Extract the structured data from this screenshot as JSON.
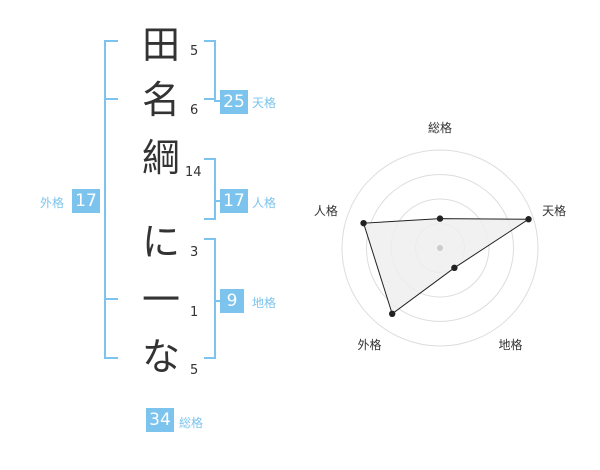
{
  "name": {
    "chars": [
      {
        "char": "田",
        "strokes": "5"
      },
      {
        "char": "名",
        "strokes": "6"
      },
      {
        "char": "綱",
        "strokes": "14"
      },
      {
        "char": "に",
        "strokes": "3"
      },
      {
        "char": "一",
        "strokes": "1"
      },
      {
        "char": "な",
        "strokes": "5"
      }
    ]
  },
  "fortune": {
    "tenkaku": {
      "value": "25",
      "label": "天格"
    },
    "jinkaku": {
      "value": "17",
      "label": "人格"
    },
    "chikaku": {
      "value": "9",
      "label": "地格"
    },
    "gaikaku": {
      "value": "17",
      "label": "外格"
    },
    "soukaku": {
      "value": "34",
      "label": "総格"
    }
  },
  "colors": {
    "accent": "#7cc4ee",
    "text": "#333333",
    "ring": "#dddddd"
  },
  "chart_data": {
    "type": "radar",
    "axes": [
      "総格",
      "天格",
      "地格",
      "外格",
      "人格"
    ],
    "values": [
      0.3,
      0.95,
      0.25,
      0.83,
      0.82
    ],
    "range": [
      0,
      1
    ],
    "rings": 4,
    "fill": "#efefef",
    "stroke": "#222222"
  }
}
